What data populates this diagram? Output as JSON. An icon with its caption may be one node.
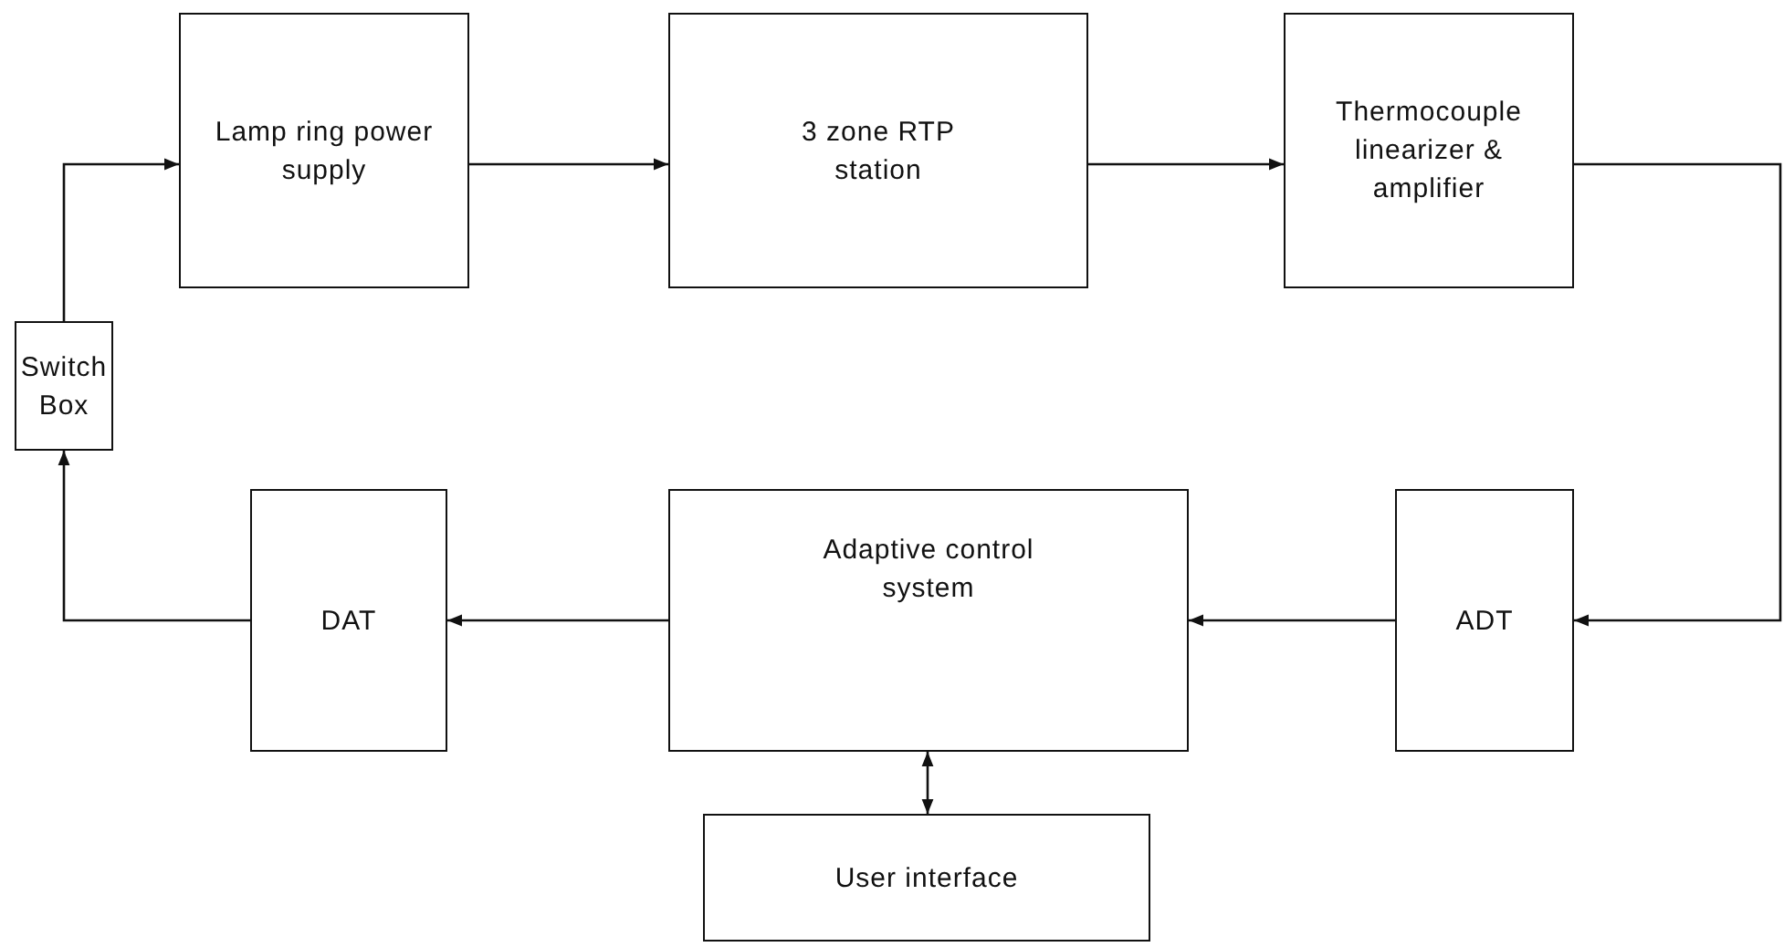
{
  "diagram": {
    "nodes": [
      {
        "text": [
          "Lamp ring power supply"
        ]
      },
      {
        "text": [
          "3 zone RTP station"
        ]
      },
      {
        "text": [
          "Thermocouple linearizer & amplifier"
        ]
      },
      {
        "text": [
          "Switch Box"
        ]
      },
      {
        "text": [
          "DAT"
        ]
      },
      {
        "text": [
          "Adaptive control system"
        ]
      },
      {
        "text": [
          "ADT"
        ]
      },
      {
        "text": [
          "User interface"
        ]
      }
    ],
    "edges": [
      {
        "from": 3,
        "to": 0,
        "arrow": "to"
      },
      {
        "from": 0,
        "to": 1,
        "arrow": "to"
      },
      {
        "from": 1,
        "to": 2,
        "arrow": "to"
      },
      {
        "from": 2,
        "to": 6,
        "arrow": "to"
      },
      {
        "from": 6,
        "to": 5,
        "arrow": "to"
      },
      {
        "from": 5,
        "to": 4,
        "arrow": "to"
      },
      {
        "from": 4,
        "to": 3,
        "arrow": "to"
      },
      {
        "from": 5,
        "to": 7,
        "arrow": "both"
      }
    ]
  }
}
